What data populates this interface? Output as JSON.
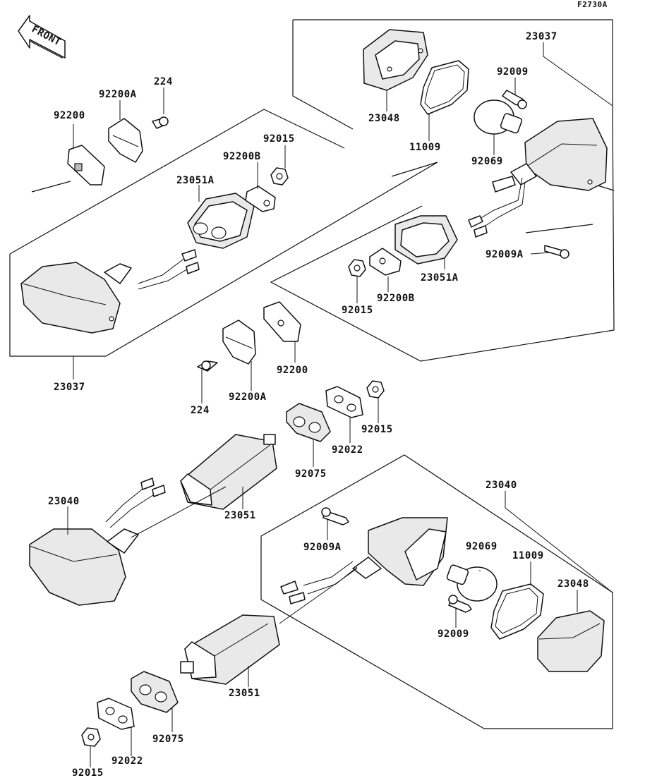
{
  "figure": {
    "ref_code": "F2730A"
  },
  "front_badge": {
    "text": "FRONT"
  },
  "labels": [
    {
      "id": "l1",
      "text": "23037"
    },
    {
      "id": "l2",
      "text": "92009"
    },
    {
      "id": "l3",
      "text": "23048"
    },
    {
      "id": "l4",
      "text": "11009"
    },
    {
      "id": "l5",
      "text": "92069"
    },
    {
      "id": "l6",
      "text": "92009A"
    },
    {
      "id": "l7",
      "text": "23051A"
    },
    {
      "id": "l8",
      "text": "92015"
    },
    {
      "id": "l9",
      "text": "92200B"
    },
    {
      "id": "l10",
      "text": "224"
    },
    {
      "id": "l11",
      "text": "92200A"
    },
    {
      "id": "l12",
      "text": "92200"
    },
    {
      "id": "l13",
      "text": "92015"
    },
    {
      "id": "l14",
      "text": "92200B"
    },
    {
      "id": "l15",
      "text": "23051A"
    },
    {
      "id": "l16",
      "text": "23037"
    },
    {
      "id": "l17",
      "text": "92200"
    },
    {
      "id": "l18",
      "text": "224"
    },
    {
      "id": "l19",
      "text": "92200A"
    },
    {
      "id": "l20",
      "text": "92015"
    },
    {
      "id": "l21",
      "text": "92022"
    },
    {
      "id": "l22",
      "text": "92075"
    },
    {
      "id": "l23",
      "text": "23051"
    },
    {
      "id": "l24",
      "text": "23040"
    },
    {
      "id": "l25",
      "text": "23040"
    },
    {
      "id": "l26",
      "text": "92009A"
    },
    {
      "id": "l27",
      "text": "92069"
    },
    {
      "id": "l28",
      "text": "11009"
    },
    {
      "id": "l29",
      "text": "23048"
    },
    {
      "id": "l30",
      "text": "92009"
    },
    {
      "id": "l31",
      "text": "23051"
    },
    {
      "id": "l32",
      "text": "92075"
    },
    {
      "id": "l33",
      "text": "92022"
    },
    {
      "id": "l34",
      "text": "92015"
    }
  ]
}
